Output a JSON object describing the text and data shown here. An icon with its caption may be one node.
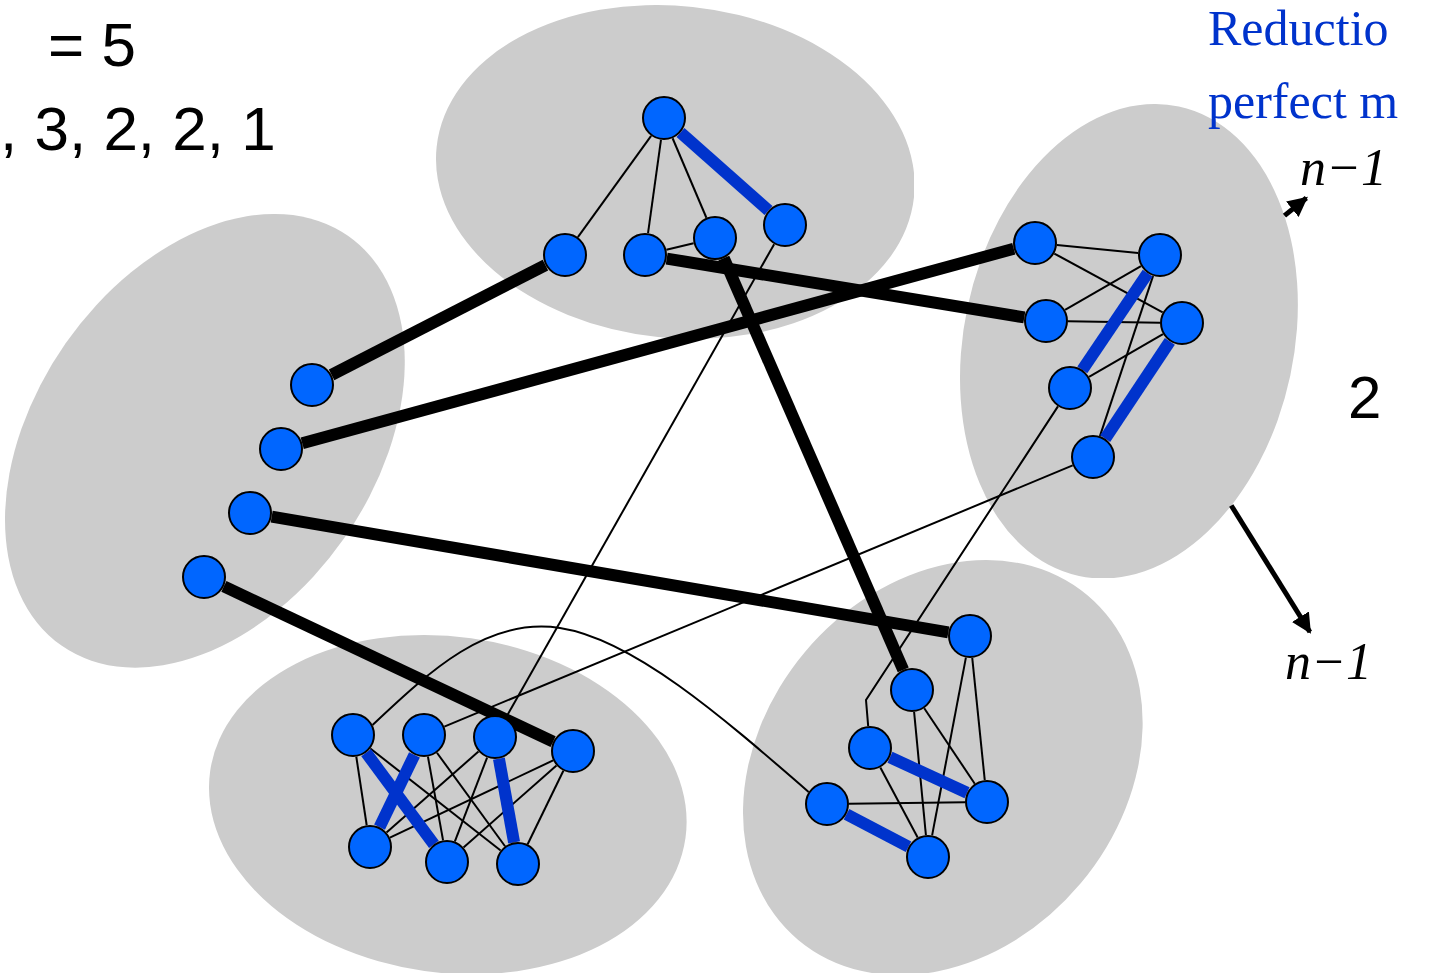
{
  "diagram": {
    "nodes": [
      {
        "text": [],
        "shape": "ellipse"
      },
      {
        "text": [],
        "shape": "circle",
        "in": 0
      },
      {
        "text": [],
        "shape": "circle",
        "in": 0
      },
      {
        "text": [],
        "shape": "circle",
        "in": 0
      },
      {
        "text": [],
        "shape": "circle",
        "in": 0
      },
      {
        "text": [],
        "shape": "circle",
        "in": 0
      },
      {
        "text": [],
        "shape": "ellipse"
      },
      {
        "text": [],
        "shape": "circle",
        "in": 6
      },
      {
        "text": [],
        "shape": "circle",
        "in": 6
      },
      {
        "text": [],
        "shape": "circle",
        "in": 6
      },
      {
        "text": [],
        "shape": "circle",
        "in": 6
      },
      {
        "text": [],
        "shape": "ellipse"
      },
      {
        "text": [],
        "shape": "circle",
        "in": 11
      },
      {
        "text": [],
        "shape": "circle",
        "in": 11
      },
      {
        "text": [],
        "shape": "circle",
        "in": 11
      },
      {
        "text": [],
        "shape": "circle",
        "in": 11
      },
      {
        "text": [],
        "shape": "circle",
        "in": 11
      },
      {
        "text": [],
        "shape": "circle",
        "in": 11
      },
      {
        "text": [],
        "shape": "ellipse"
      },
      {
        "text": [],
        "shape": "circle",
        "in": 18
      },
      {
        "text": [],
        "shape": "circle",
        "in": 18
      },
      {
        "text": [],
        "shape": "circle",
        "in": 18
      },
      {
        "text": [],
        "shape": "circle",
        "in": 18
      },
      {
        "text": [],
        "shape": "circle",
        "in": 18
      },
      {
        "text": [],
        "shape": "circle",
        "in": 18
      },
      {
        "text": [],
        "shape": "circle",
        "in": 18
      },
      {
        "text": [],
        "shape": "ellipse"
      },
      {
        "text": [],
        "shape": "circle",
        "in": 26
      },
      {
        "text": [],
        "shape": "circle",
        "in": 26
      },
      {
        "text": [],
        "shape": "circle",
        "in": 26
      },
      {
        "text": [],
        "shape": "circle",
        "in": 26
      },
      {
        "text": [],
        "shape": "circle",
        "in": 26
      },
      {
        "text": [],
        "shape": "circle",
        "in": 26
      },
      {
        "text": [
          "n−1"
        ]
      },
      {
        "text": [
          "n−1"
        ]
      }
    ],
    "edges": [
      {
        "from": 1,
        "to": 2,
        "arrow": "none"
      },
      {
        "from": 1,
        "to": 3,
        "arrow": "none"
      },
      {
        "from": 1,
        "to": 4,
        "arrow": "none"
      },
      {
        "from": 3,
        "to": 4,
        "arrow": "none"
      },
      {
        "from": 5,
        "to": 21,
        "arrow": "none"
      },
      {
        "from": 12,
        "to": 13,
        "arrow": "none"
      },
      {
        "from": 12,
        "to": 15,
        "arrow": "none"
      },
      {
        "from": 14,
        "to": 13,
        "arrow": "none"
      },
      {
        "from": 14,
        "to": 15,
        "arrow": "none"
      },
      {
        "from": 16,
        "to": 15,
        "arrow": "none"
      },
      {
        "from": 13,
        "to": 17,
        "arrow": "none"
      },
      {
        "from": 16,
        "to": 29,
        "arrow": "none"
      },
      {
        "from": 17,
        "to": 20,
        "arrow": "none"
      },
      {
        "from": 10,
        "to": 22,
        "arrow": "none"
      },
      {
        "from": 19,
        "to": 31,
        "arrow": "none"
      },
      {
        "from": 19,
        "to": 23,
        "arrow": "none"
      },
      {
        "from": 19,
        "to": 25,
        "arrow": "none"
      },
      {
        "from": 20,
        "to": 24,
        "arrow": "none"
      },
      {
        "from": 20,
        "to": 25,
        "arrow": "none"
      },
      {
        "from": 21,
        "to": 23,
        "arrow": "none"
      },
      {
        "from": 21,
        "to": 24,
        "arrow": "none"
      },
      {
        "from": 22,
        "to": 23,
        "arrow": "none"
      },
      {
        "from": 22,
        "to": 24,
        "arrow": "none"
      },
      {
        "from": 22,
        "to": 25,
        "arrow": "none"
      },
      {
        "from": 27,
        "to": 32,
        "arrow": "none"
      },
      {
        "from": 27,
        "to": 30,
        "arrow": "none"
      },
      {
        "from": 28,
        "to": 32,
        "arrow": "none"
      },
      {
        "from": 28,
        "to": 30,
        "arrow": "none"
      },
      {
        "from": 31,
        "to": 30,
        "arrow": "none"
      },
      {
        "from": 29,
        "to": 32,
        "arrow": "none"
      },
      {
        "from": 2,
        "to": 7,
        "arrow": "none",
        "style": "thick"
      },
      {
        "from": 8,
        "to": 12,
        "arrow": "none",
        "style": "thick"
      },
      {
        "from": 9,
        "to": 27,
        "arrow": "none",
        "style": "thick"
      },
      {
        "from": 10,
        "to": 22,
        "arrow": "none",
        "style": "thick"
      },
      {
        "from": 3,
        "to": 14,
        "arrow": "none",
        "style": "thick"
      },
      {
        "from": 4,
        "to": 28,
        "arrow": "none",
        "style": "thick"
      },
      {
        "from": 1,
        "to": 5,
        "arrow": "none",
        "style": "thick",
        "color": "#0033cc"
      },
      {
        "from": 13,
        "to": 16,
        "arrow": "none",
        "style": "thick",
        "color": "#0033cc"
      },
      {
        "from": 15,
        "to": 17,
        "arrow": "none",
        "style": "thick",
        "color": "#0033cc"
      },
      {
        "from": 19,
        "to": 24,
        "arrow": "none",
        "style": "thick",
        "color": "#0033cc"
      },
      {
        "from": 20,
        "to": 23,
        "arrow": "none",
        "style": "thick",
        "color": "#0033cc"
      },
      {
        "from": 21,
        "to": 25,
        "arrow": "none",
        "style": "thick",
        "color": "#0033cc"
      },
      {
        "from": 29,
        "to": 30,
        "arrow": "none",
        "style": "thick",
        "color": "#0033cc"
      },
      {
        "from": 31,
        "to": 32,
        "arrow": "none",
        "style": "thick",
        "color": "#0033cc"
      },
      {
        "from": 11,
        "to": 33,
        "arrow": "to",
        "style": "thick"
      },
      {
        "from": 11,
        "to": 34,
        "arrow": "to",
        "style": "thick"
      }
    ],
    "labels": [
      "= 5",
      ", 3, 2, 2, 1",
      "Reductio perfect m",
      "2"
    ]
  }
}
